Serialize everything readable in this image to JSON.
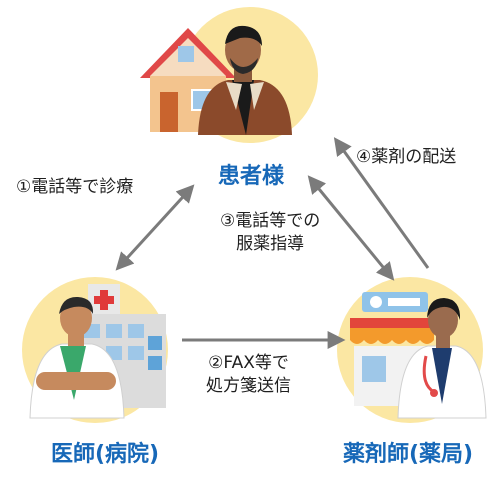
{
  "nodes": {
    "patient": {
      "label": "患者様"
    },
    "doctor": {
      "label": "医師(病院)"
    },
    "pharmacist": {
      "label": "薬剤師(薬局)"
    }
  },
  "steps": {
    "step1": {
      "text": "①電話等で診療"
    },
    "step2": {
      "line1": "②FAX等で",
      "line2": "処方箋送信"
    },
    "step3": {
      "line1": "③電話等での",
      "line2": "服薬指導"
    },
    "step4": {
      "text": "④薬剤の配送"
    }
  },
  "colors": {
    "circle": "#fbe7a3",
    "arrow": "#7b7b7b",
    "node_label": "#1768b8",
    "text": "#1f1f1f"
  },
  "icons": {
    "patient": "person-with-house-icon",
    "doctor": "doctor-with-hospital-icon",
    "pharmacist": "pharmacist-with-pharmacy-icon"
  }
}
